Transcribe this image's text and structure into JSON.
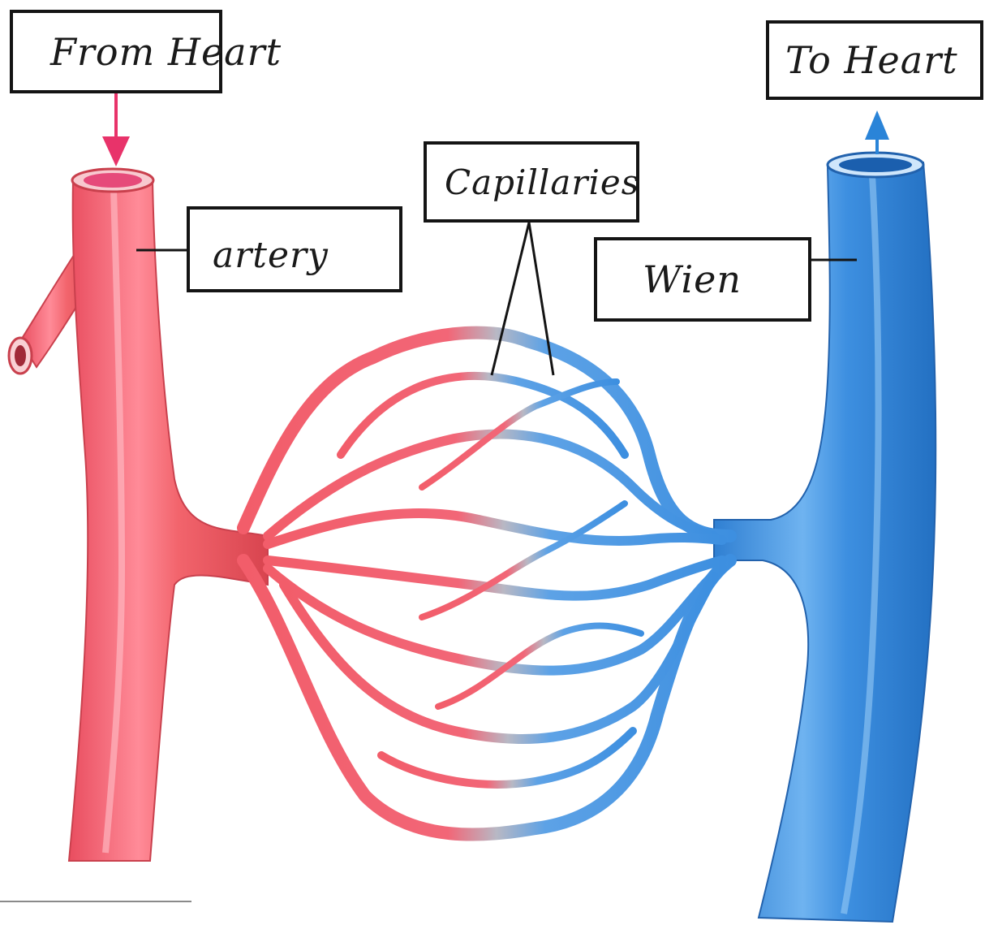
{
  "labels": {
    "from_heart": "From Heart",
    "to_heart": "To Heart",
    "capillaries": "Capillaries",
    "artery": "artery",
    "vein": "Wien"
  },
  "colors": {
    "artery": "#f2646c",
    "artery_highlight": "#ff9aa6",
    "vein": "#3d8fe0",
    "vein_highlight": "#8cc4f5",
    "capillary_mid": "#b8b8c4",
    "outline": "#141414",
    "arrow_in": "#e8336a",
    "arrow_out": "#2a84d8"
  },
  "icons": {
    "inflow_arrow": "arrow-down-icon",
    "outflow_arrow": "arrow-up-icon"
  }
}
